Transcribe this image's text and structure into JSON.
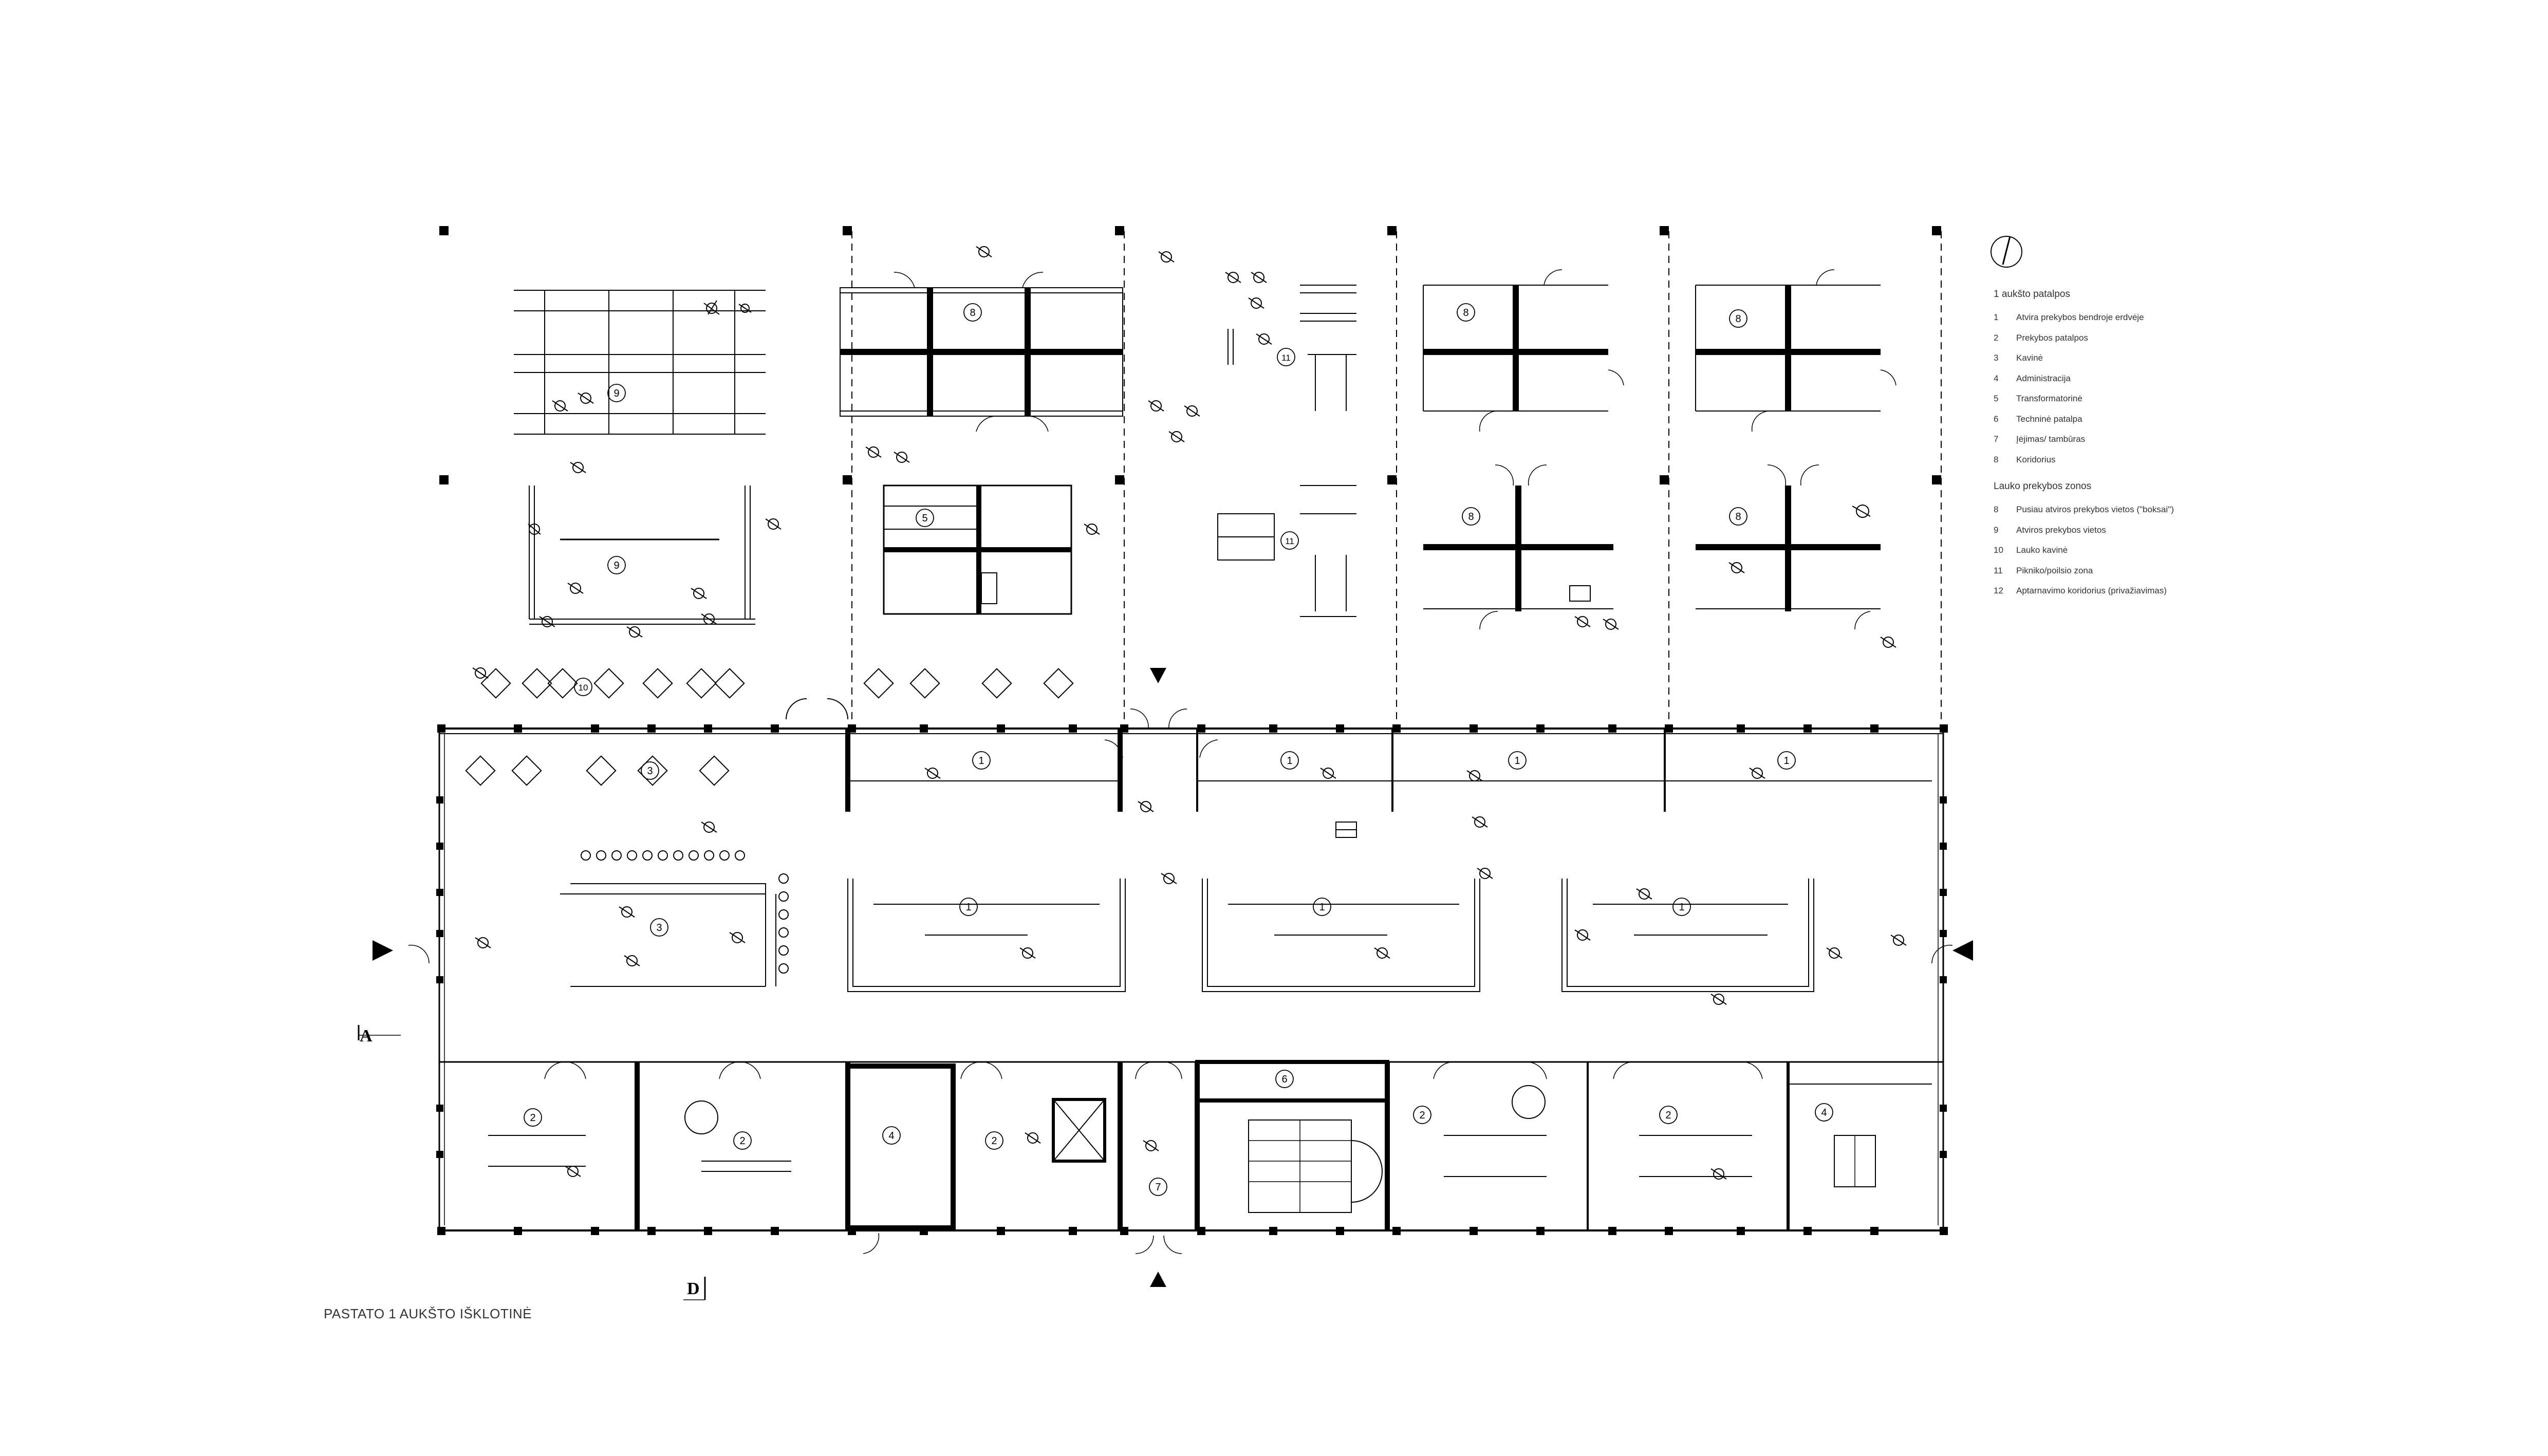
{
  "title": "PASTATO 1 AUKŠTO IŠKLOTINĖ",
  "section_labels": {
    "a": "A",
    "d": "D"
  },
  "legend": {
    "indoor_heading": "1 aukšto patalpos",
    "indoor": [
      {
        "num": "1",
        "label": "Atvira prekybos bendroje erdvėje"
      },
      {
        "num": "2",
        "label": "Prekybos patalpos"
      },
      {
        "num": "3",
        "label": "Kavinė"
      },
      {
        "num": "4",
        "label": "Administracija"
      },
      {
        "num": "5",
        "label": "Transformatorinė"
      },
      {
        "num": "6",
        "label": "Techninė patalpa"
      },
      {
        "num": "7",
        "label": "Įėjimas/ tambūras"
      },
      {
        "num": "8",
        "label": "Koridorius"
      }
    ],
    "outdoor_heading": "Lauko prekybos zonos",
    "outdoor": [
      {
        "num": "8",
        "label": "Pusiau atviros prekybos vietos (\"boksai\")"
      },
      {
        "num": "9",
        "label": "Atviros prekybos vietos"
      },
      {
        "num": "10",
        "label": "Lauko kavinė"
      },
      {
        "num": "11",
        "label": "Pikniko/poilsio zona"
      },
      {
        "num": "12",
        "label": "Aptarnavimo koridorius (privažiavimas)"
      }
    ]
  },
  "room_tags": [
    {
      "id": "t9a",
      "num": "9"
    },
    {
      "id": "t9b",
      "num": "9"
    },
    {
      "id": "t8a",
      "num": "8"
    },
    {
      "id": "t5",
      "num": "5"
    },
    {
      "id": "t11a",
      "num": "11"
    },
    {
      "id": "t11b",
      "num": "11"
    },
    {
      "id": "t8b",
      "num": "8"
    },
    {
      "id": "t8c",
      "num": "8"
    },
    {
      "id": "t8d",
      "num": "8"
    },
    {
      "id": "t8e",
      "num": "8"
    },
    {
      "id": "t10",
      "num": "10"
    },
    {
      "id": "t3a",
      "num": "3"
    },
    {
      "id": "t3b",
      "num": "3"
    },
    {
      "id": "t1a",
      "num": "1"
    },
    {
      "id": "t1b",
      "num": "1"
    },
    {
      "id": "t1c",
      "num": "1"
    },
    {
      "id": "t1d",
      "num": "1"
    },
    {
      "id": "t1e",
      "num": "1"
    },
    {
      "id": "t1f",
      "num": "1"
    },
    {
      "id": "t1g",
      "num": "1"
    },
    {
      "id": "t2a",
      "num": "2"
    },
    {
      "id": "t2b",
      "num": "2"
    },
    {
      "id": "t4a",
      "num": "4"
    },
    {
      "id": "t2c",
      "num": "2"
    },
    {
      "id": "t7",
      "num": "7"
    },
    {
      "id": "t6",
      "num": "6"
    },
    {
      "id": "t2d",
      "num": "2"
    },
    {
      "id": "t2e",
      "num": "2"
    },
    {
      "id": "t4b",
      "num": "4"
    }
  ],
  "icons": [
    "north-arrow-icon",
    "section-arrow-icon",
    "person-icon",
    "table-chairs-icon"
  ]
}
